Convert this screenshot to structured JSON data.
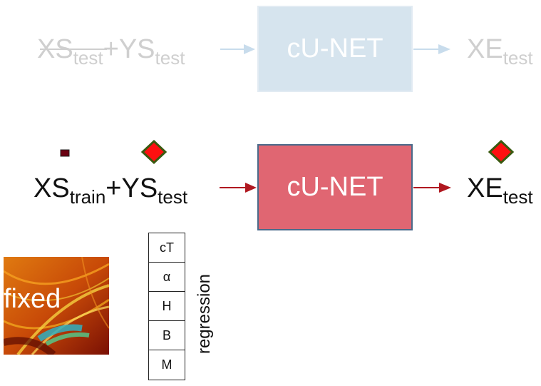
{
  "top_row": {
    "input_main": "XS",
    "input_main_sub": "test",
    "input_plus": "+YS",
    "input_plus_sub": "test",
    "network_label": "cU-NET",
    "output_main": "XE",
    "output_main_sub": "test"
  },
  "middle_row": {
    "input_main": "XS",
    "input_main_sub": "train",
    "input_plus": "+YS",
    "input_plus_sub": "test",
    "network_label": "cU-NET",
    "output_main": "XE",
    "output_main_sub": "test"
  },
  "texture_label": "fixed",
  "regression_table": {
    "rows": [
      "cT",
      "α",
      "H",
      "B",
      "M"
    ],
    "label": "regression"
  },
  "colors": {
    "faded_text": "#cfcfcf",
    "top_box_fill": "#d6e4ee",
    "top_arrow": "#c8dcec",
    "mid_box_fill": "#e06672",
    "mid_box_border": "#4a6a8a",
    "mid_arrow": "#b01820",
    "diamond_fill": "#ff1010",
    "diamond_border": "#3a5a10",
    "small_square": "#6a0010"
  }
}
